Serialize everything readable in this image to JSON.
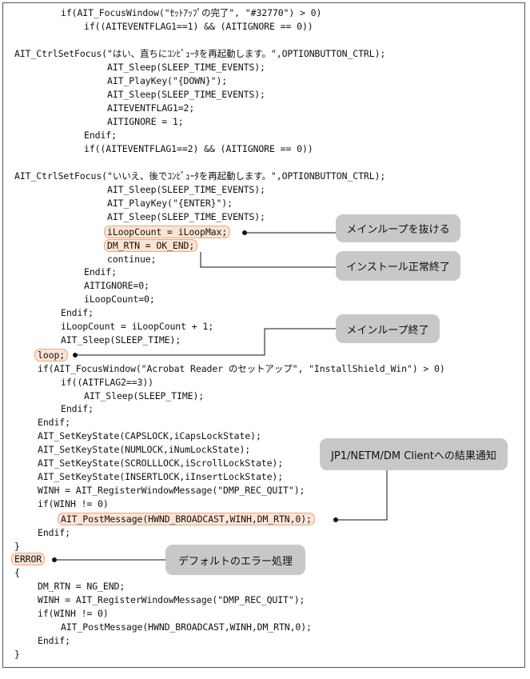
{
  "code": {
    "l01": "if(AIT_FocusWindow(\"ｾｯﾄｱｯﾌﾟの完了\", \"#32770\") > 0)",
    "l02": "if((AITEVENTFLAG1==1) && (AITIGNORE == 0))",
    "l03": "AIT_CtrlSetFocus(\"はい、直ちにｺﾝﾋﾟｭｰﾀを再起動します。\",OPTIONBUTTON_CTRL);",
    "l04": "AIT_Sleep(SLEEP_TIME_EVENTS);",
    "l05": "AIT_PlayKey(\"{DOWN}\");",
    "l06": "AIT_Sleep(SLEEP_TIME_EVENTS);",
    "l07": "AITEVENTFLAG1=2;",
    "l08": "AITIGNORE = 1;",
    "l09": "Endif;",
    "l10": "if((AITEVENTFLAG1==2) && (AITIGNORE == 0))",
    "l11": "AIT_CtrlSetFocus(\"いいえ、後でｺﾝﾋﾟｭｰﾀを再起動します。\",OPTIONBUTTON_CTRL);",
    "l12": "AIT_Sleep(SLEEP_TIME_EVENTS);",
    "l13": "AIT_PlayKey(\"{ENTER}\");",
    "l14": "AIT_Sleep(SLEEP_TIME_EVENTS);",
    "l15": "iLoopCount = iLoopMax;",
    "l16": "DM_RTN = OK_END;",
    "l17": "continue;",
    "l18": "Endif;",
    "l19": "AITIGNORE=0;",
    "l20": "iLoopCount=0;",
    "l21": "Endif;",
    "l22": "iLoopCount = iLoopCount + 1;",
    "l23": "AIT_Sleep(SLEEP_TIME);",
    "l24": "loop;",
    "l25": "if(AIT_FocusWindow(\"Acrobat Reader のセットアップ\", \"InstallShield_Win\") > 0)",
    "l26": "if((AITFLAG2==3))",
    "l27": "AIT_Sleep(SLEEP_TIME);",
    "l28": "Endif;",
    "l29": "Endif;",
    "l30": "AIT_SetKeyState(CAPSLOCK,iCapsLockState);",
    "l31": "AIT_SetKeyState(NUMLOCK,iNumLockState);",
    "l32": "AIT_SetKeyState(SCROLLLOCK,iScrollLockState);",
    "l33": "AIT_SetKeyState(INSERTLOCK,iInsertLockState);",
    "l34": "WINH = AIT_RegisterWindowMessage(\"DMP_REC_QUIT\");",
    "l35": "if(WINH != 0)",
    "l36": "AIT_PostMessage(HWND_BROADCAST,WINH,DM_RTN,0);",
    "l37": "Endif;",
    "l38": "}",
    "l39": "ERROR",
    "l40": "{",
    "l41": "DM_RTN = NG_END;",
    "l42": "WINH = AIT_RegisterWindowMessage(\"DMP_REC_QUIT\");",
    "l43": "if(WINH != 0)",
    "l44": "AIT_PostMessage(HWND_BROADCAST,WINH,DM_RTN,0);",
    "l45": "Endif;",
    "l46": "}"
  },
  "callouts": {
    "exit_main_loop": "メインループを抜ける",
    "install_ok": "インストール正常終了",
    "main_loop_end": "メインループ終了",
    "notify_result": "JP1/NETM/DM Clientへの結果通知",
    "default_error": "デフォルトのエラー処理"
  }
}
